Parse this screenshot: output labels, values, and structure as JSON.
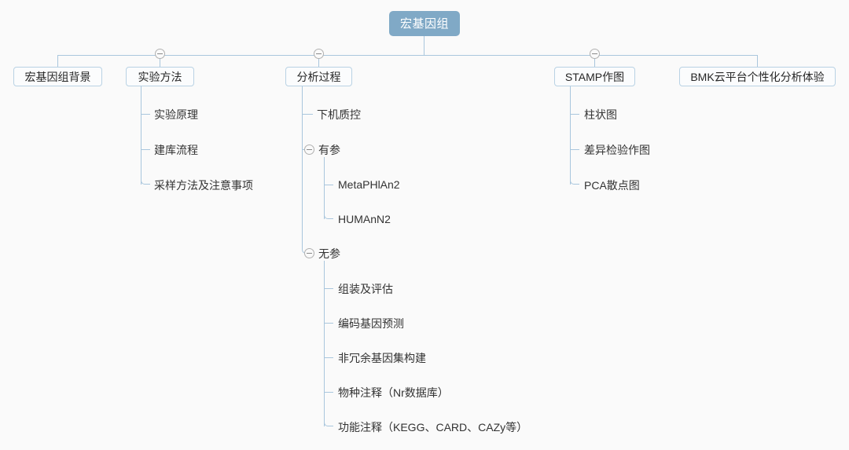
{
  "diagram": {
    "title": "宏基因组",
    "type": "mindmap-tree",
    "background_color": "#fafafa",
    "root_color": "#80a9c6",
    "line_color": "#a9c6dd",
    "box_border_color": "#b9d2e4"
  },
  "root": {
    "label": "宏基因组"
  },
  "level2": [
    {
      "label": "宏基因组背景",
      "has_toggle": false,
      "toggle_state": ""
    },
    {
      "label": "实验方法",
      "has_toggle": true,
      "toggle_state": "collapse"
    },
    {
      "label": "分析过程",
      "has_toggle": true,
      "toggle_state": "collapse"
    },
    {
      "label": "STAMP作图",
      "has_toggle": true,
      "toggle_state": "collapse"
    },
    {
      "label": "BMK云平台个性化分析体验",
      "has_toggle": false,
      "toggle_state": ""
    }
  ],
  "branch_experiment": {
    "items": [
      {
        "label": "实验原理"
      },
      {
        "label": "建库流程"
      },
      {
        "label": "采样方法及注意事项"
      }
    ]
  },
  "branch_analysis": {
    "items": [
      {
        "label": "下机质控",
        "has_toggle": false
      },
      {
        "label": "有参",
        "has_toggle": true
      },
      {
        "label": "无参",
        "has_toggle": true
      }
    ],
    "youcan_children": [
      {
        "label": "MetaPHlAn2"
      },
      {
        "label": "HUMAnN2"
      }
    ],
    "wucan_children": [
      {
        "label": "组装及评估"
      },
      {
        "label": "编码基因预测"
      },
      {
        "label": "非冗余基因集构建"
      },
      {
        "label": "物种注释（Nr数据库）"
      },
      {
        "label": "功能注释（KEGG、CARD、CAZy等）"
      }
    ]
  },
  "branch_stamp": {
    "items": [
      {
        "label": "柱状图"
      },
      {
        "label": "差异检验作图"
      },
      {
        "label": "PCA散点图"
      }
    ]
  },
  "icons": {
    "collapse": "minus-circle-icon"
  }
}
